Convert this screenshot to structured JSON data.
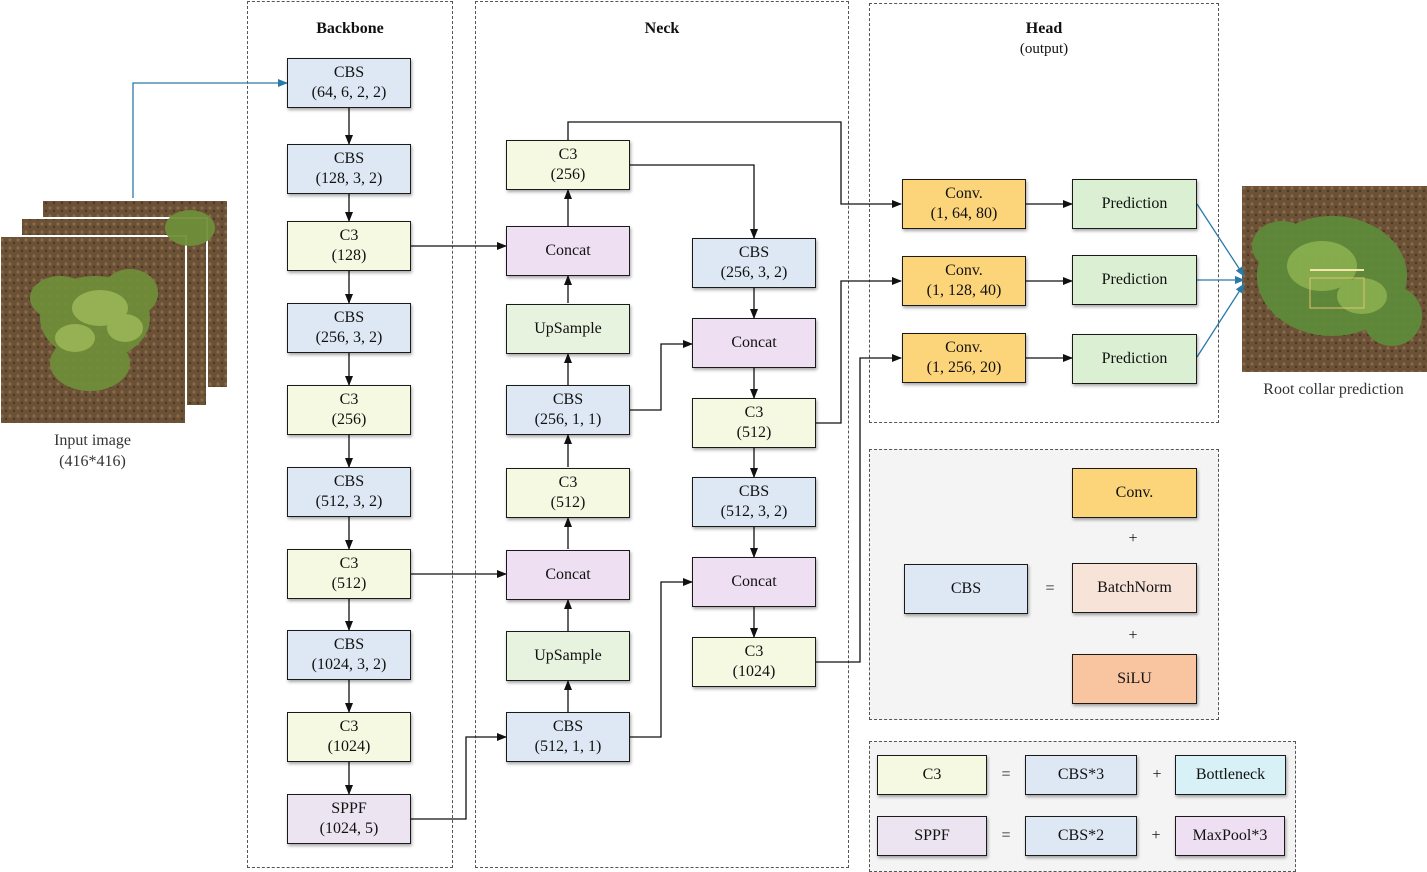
{
  "backbone": {
    "title": "Backbone",
    "b1": {
      "name": "CBS",
      "params": "(64, 6, 2, 2)"
    },
    "b2": {
      "name": "CBS",
      "params": "(128, 3, 2)"
    },
    "b3": {
      "name": "C3",
      "params": "(128)"
    },
    "b4": {
      "name": "CBS",
      "params": "(256, 3, 2)"
    },
    "b5": {
      "name": "C3",
      "params": "(256)"
    },
    "b6": {
      "name": "CBS",
      "params": "(512, 3, 2)"
    },
    "b7": {
      "name": "C3",
      "params": "(512)"
    },
    "b8": {
      "name": "CBS",
      "params": "(1024, 3, 2)"
    },
    "b9": {
      "name": "C3",
      "params": "(1024)"
    },
    "b10": {
      "name": "SPPF",
      "params": "(1024, 5)"
    }
  },
  "neck": {
    "title": "Neck",
    "c3_256": {
      "name": "C3",
      "params": "(256)"
    },
    "concat1": {
      "name": "Concat"
    },
    "upsample1": {
      "name": "UpSample"
    },
    "cbs_256": {
      "name": "CBS",
      "params": "(256, 1, 1)"
    },
    "c3_512a": {
      "name": "C3",
      "params": "(512)"
    },
    "concat2": {
      "name": "Concat"
    },
    "upsample2": {
      "name": "UpSample"
    },
    "cbs_512": {
      "name": "CBS",
      "params": "(512, 1, 1)"
    },
    "cbs_256_32": {
      "name": "CBS",
      "params": "(256, 3, 2)"
    },
    "concat3": {
      "name": "Concat"
    },
    "c3_512b": {
      "name": "C3",
      "params": "(512)"
    },
    "cbs_512_32": {
      "name": "CBS",
      "params": "(512, 3, 2)"
    },
    "concat4": {
      "name": "Concat"
    },
    "c3_1024": {
      "name": "C3",
      "params": "(1024)"
    }
  },
  "head": {
    "title": "Head",
    "subtitle": "(output)",
    "conv1": {
      "name": "Conv.",
      "params": "(1, 64, 80)"
    },
    "conv2": {
      "name": "Conv.",
      "params": "(1, 128, 40)"
    },
    "conv3": {
      "name": "Conv.",
      "params": "(1, 256, 20)"
    },
    "pred1": "Prediction",
    "pred2": "Prediction",
    "pred3": "Prediction"
  },
  "input": {
    "label": "Input image",
    "size": "(416*416)"
  },
  "output": {
    "label": "Root collar prediction"
  },
  "legend_cbs": {
    "cbs": "CBS",
    "eq": "=",
    "conv": "Conv.",
    "plus1": "+",
    "batchnorm": "BatchNorm",
    "plus2": "+",
    "silu": "SiLU"
  },
  "legend_c3": {
    "c3": "C3",
    "eq1": "=",
    "cbs3": "CBS*3",
    "plus1": "+",
    "bottleneck": "Bottleneck",
    "sppf": "SPPF",
    "eq2": "=",
    "cbs2": "CBS*2",
    "plus2": "+",
    "maxpool": "MaxPool*3"
  },
  "colors": {
    "cbs": "#dde8f4",
    "c3": "#f6f9e2",
    "concat": "#efdff2",
    "upsample": "#e7f2df",
    "conv": "#fcd47a",
    "prediction": "#dbefd3",
    "batchnorm": "#f8e3d9",
    "silu": "#f9c4a0",
    "bottleneck": "#d8f1f7",
    "input_arrow": "#2a7aa8"
  }
}
